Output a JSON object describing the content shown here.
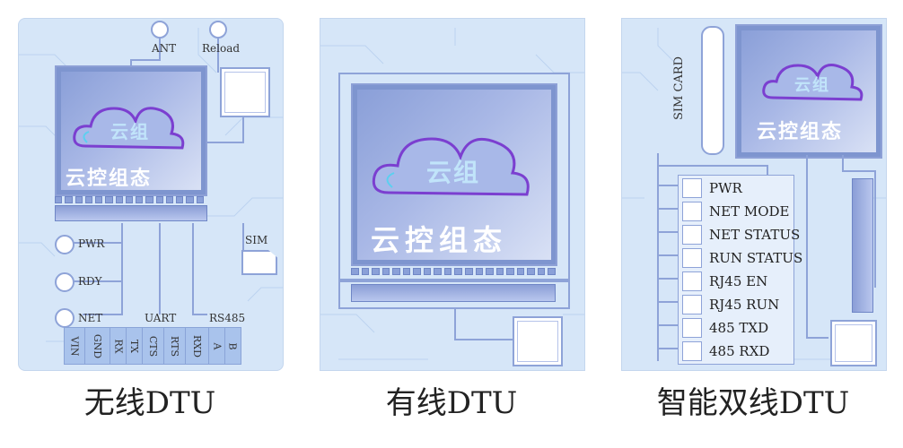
{
  "captions": [
    "无线DTU",
    "有线DTU",
    "智能双线DTU"
  ],
  "logo": {
    "text": "云控组态",
    "cloud_text": "云组"
  },
  "wireless": {
    "ant": "ANT",
    "reload": "Reload",
    "sim": "SIM",
    "leds": [
      "PWR",
      "RDY",
      "NET"
    ],
    "uart": "UART",
    "rs485": "RS485",
    "pins": [
      "VIN",
      "GND",
      "RX",
      "TX",
      "CTS",
      "RTS",
      "RXD",
      "A",
      "B"
    ]
  },
  "smart": {
    "sim_card": "SIM CARD",
    "status": [
      "PWR",
      "NET MODE",
      "NET STATUS",
      "RUN STATUS",
      "RJ45 EN",
      "RJ45 RUN",
      "485 TXD",
      "485 RXD"
    ]
  },
  "colors": {
    "panel_bg": "#d6e6f8",
    "accent": "#8ea3d8",
    "cloud_purple": "#7b3fd0"
  }
}
